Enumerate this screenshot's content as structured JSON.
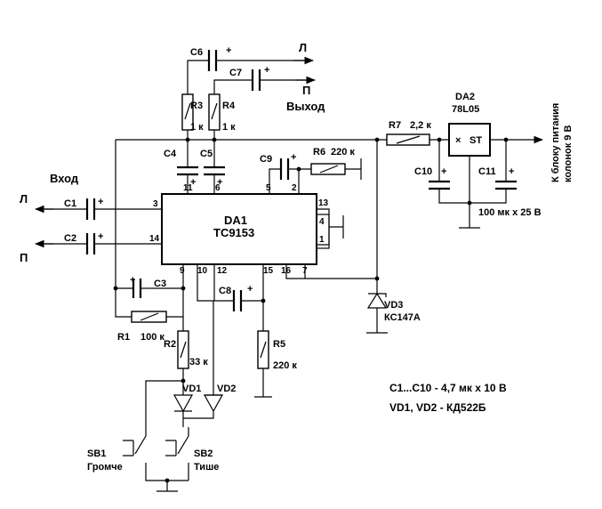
{
  "ic": {
    "da1_ref": "DA1",
    "da1_part": "TC9153",
    "da2_ref": "DA2",
    "da2_part": "78L05",
    "da2_inner": "ST",
    "da2_cross": "×"
  },
  "pins": {
    "p3": "3",
    "p14": "14",
    "p11": "11",
    "p6": "6",
    "p5": "5",
    "p2": "2",
    "p13": "13",
    "p4": "4",
    "p1": "1",
    "p9": "9",
    "p10": "10",
    "p12": "12",
    "p15": "15",
    "p16": "16",
    "p7": "7"
  },
  "components": {
    "c1": "C1",
    "c2": "C2",
    "c3": "C3",
    "c4": "C4",
    "c5": "C5",
    "c6": "C6",
    "c7": "C7",
    "c8": "C8",
    "c9": "C9",
    "c10": "C10",
    "c11": "C11",
    "r1": "R1",
    "r1_val": "100 к",
    "r2": "R2",
    "r2_val": "33 к",
    "r3": "R3",
    "r3_val": "1 к",
    "r4": "R4",
    "r4_val": "1 к",
    "r5": "R5",
    "r5_val": "220 к",
    "r6": "R6",
    "r6_val": "220 к",
    "r7": "R7",
    "r7_val": "2,2 к",
    "vd1": "VD1",
    "vd2": "VD2",
    "vd3": "VD3",
    "vd3_part": "КС147А",
    "sb1": "SB1",
    "sb1_name": "Громче",
    "sb2": "SB2",
    "sb2_name": "Тише",
    "plus": "+"
  },
  "io": {
    "input_title": "Вход",
    "output_title": "Выход",
    "left": "Л",
    "right": "П",
    "power_line1": "К блоку питания",
    "power_line2": "колонок 9 В",
    "reg_caps": "100 мк х 25 В"
  },
  "notes": {
    "caps": "C1...C10 - 4,7 мк х 10 В",
    "diodes": "VD1, VD2 - КД522Б"
  }
}
